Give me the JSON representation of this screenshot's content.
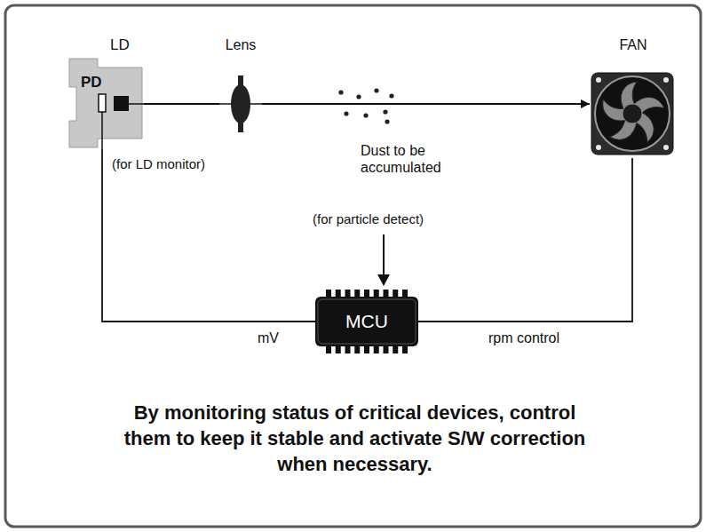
{
  "diagram": {
    "caption": "By monitoring status of critical devices, control them to keep it stable and activate S/W correction when necessary.",
    "nodes": [
      {
        "text": [
          "LD",
          "PD"
        ]
      },
      {
        "text": [
          "Lens"
        ]
      },
      {
        "text": [
          "FAN"
        ]
      },
      {
        "text": [
          "MCU"
        ]
      }
    ],
    "edges": [
      {
        "from": 0,
        "to": 1,
        "arrow": "none"
      },
      {
        "from": 1,
        "to": 2,
        "arrow": "to"
      },
      {
        "from": 0,
        "to": 3,
        "arrow": "none",
        "label": "mV"
      },
      {
        "from": 3,
        "to": 2,
        "arrow": "none",
        "label": "rpm control"
      }
    ],
    "labels": [
      "(for LD monitor)",
      "Dust to be accumulated",
      "(for particle detect)"
    ]
  }
}
